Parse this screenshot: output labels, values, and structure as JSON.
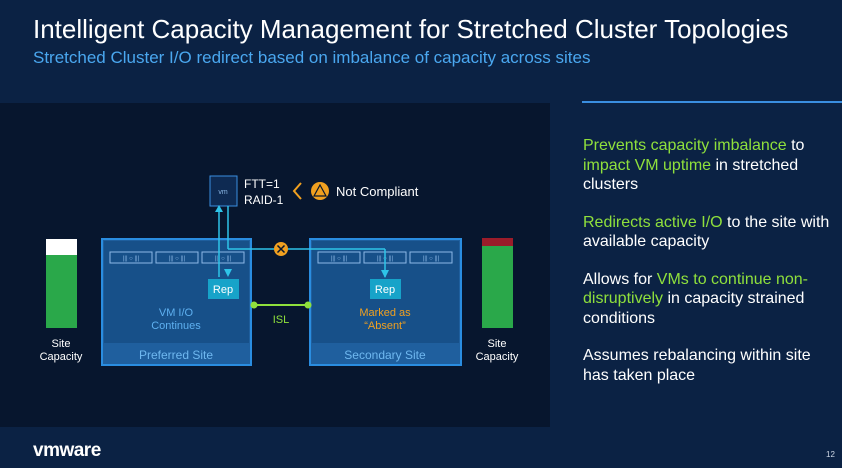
{
  "slide": {
    "title": "Intelligent Capacity Management for Stretched Cluster Topologies",
    "subtitle": "Stretched Cluster I/O redirect based on imbalance of capacity across sites",
    "page_number": "12",
    "logo": "vmware"
  },
  "diagram": {
    "vm_label": "vm",
    "policy_line1": "FTT=1",
    "policy_line2": "RAID-1",
    "warning_text": "Not Compliant",
    "rep_label": "Rep",
    "preferred_site": {
      "label": "Preferred Site",
      "status_line1": "VM I/O",
      "status_line2": "Continues",
      "capacity_fill_percent": 82
    },
    "secondary_site": {
      "label": "Secondary Site",
      "status_line1": "Marked as",
      "status_line2": "“Absent”",
      "capacity_fill_percent": 100
    },
    "isl_label": "ISL",
    "site_capacity_line1": "Site",
    "site_capacity_line2": "Capacity",
    "colors": {
      "site_box": "#1f5f9e",
      "site_border": "#2a8de0",
      "rep_box": "#17a3c9",
      "green": "#8fe03c",
      "orange": "#f0a020",
      "red": "#9b1c2a"
    }
  },
  "bullets": [
    {
      "parts": [
        {
          "text": "Prevents capacity imbalance",
          "hl": true
        },
        {
          "text": " to ",
          "hl": false
        },
        {
          "text": "impact VM uptime",
          "hl": true
        },
        {
          "text": " in stretched clusters",
          "hl": false
        }
      ]
    },
    {
      "parts": [
        {
          "text": "Redirects active I/O",
          "hl": true
        },
        {
          "text": " to the site with available capacity",
          "hl": false
        }
      ]
    },
    {
      "parts": [
        {
          "text": "Allows for ",
          "hl": false
        },
        {
          "text": "VMs to continue non-disruptively",
          "hl": true
        },
        {
          "text": " in capacity strained conditions",
          "hl": false
        }
      ]
    },
    {
      "parts": [
        {
          "text": "Assumes rebalancing within site has taken place",
          "hl": false
        }
      ]
    }
  ]
}
